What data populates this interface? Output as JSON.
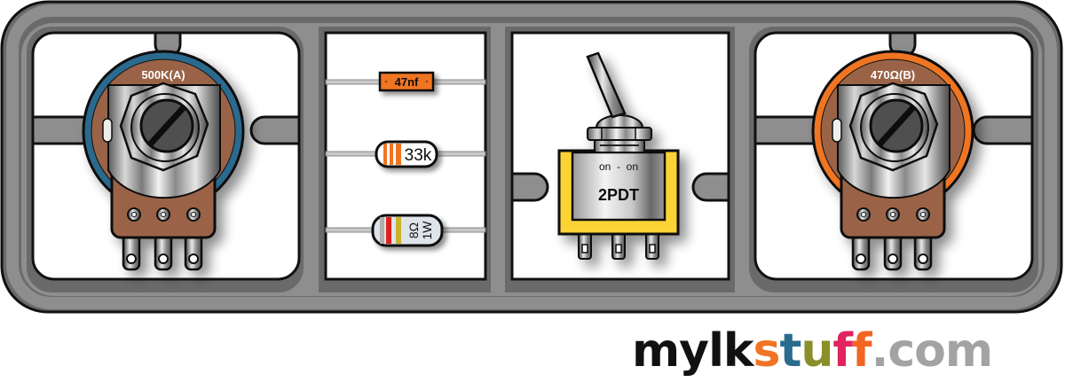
{
  "title": "Guitar parts sprue (mylkstuff)",
  "components": {
    "pot_left": {
      "label": "500K(A)",
      "ring_color": "#2a6b8e"
    },
    "capacitor": {
      "label": "47nf",
      "color": "#f07423"
    },
    "resistor_33k": {
      "label": "33k",
      "band_color": "#f07423"
    },
    "resistor_8ohm": {
      "line1": "8Ω",
      "line2": "1W",
      "band_colors": [
        "#c0c0c0",
        "#e0241b",
        "#c9b42a"
      ]
    },
    "toggle_switch": {
      "positions": "on  -  on",
      "type": "2PDT",
      "body_color": "#fcd335"
    },
    "pot_right": {
      "label": "470Ω(B)",
      "ring_color": "#f07423"
    }
  },
  "logo": {
    "parts": [
      {
        "text": "mylk",
        "color": "#111111"
      },
      {
        "text": "s",
        "color": "#f07423"
      },
      {
        "text": "t",
        "color": "#2a6b8e"
      },
      {
        "text": "u",
        "color": "#8a8f2a"
      },
      {
        "text": "f",
        "color": "#e0245e"
      },
      {
        "text": "f",
        "color": "#f26522"
      },
      {
        "text": ".com",
        "color": "#a3a3a3"
      }
    ]
  }
}
